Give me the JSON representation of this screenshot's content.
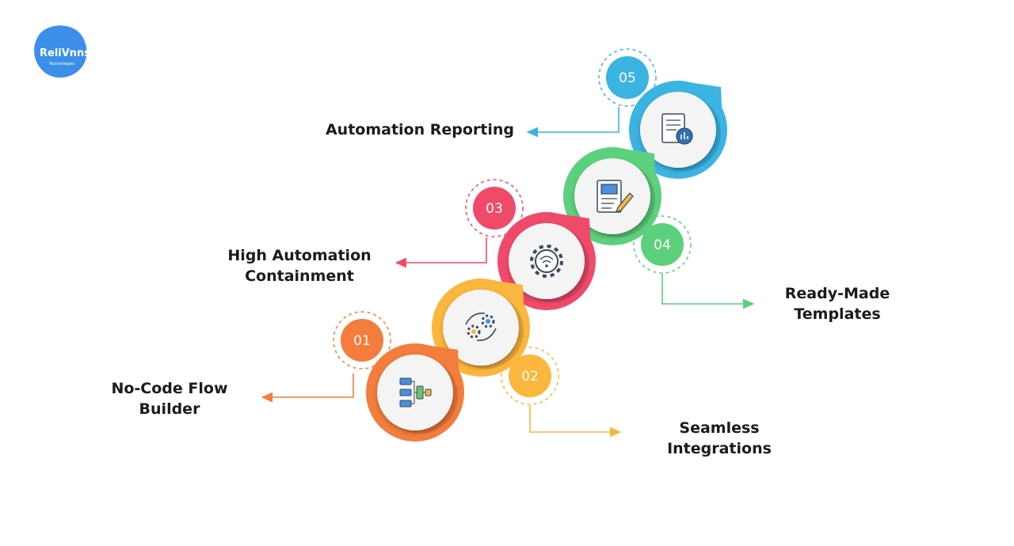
{
  "logo": {
    "text": "ReliVnns",
    "subtext": "Technologies",
    "color": "#3b8fe8"
  },
  "steps": [
    {
      "num": "01",
      "label_line1": "No-Code Flow",
      "label_line2": "Builder",
      "color": "#f47c3c",
      "icon": "flowchart-icon"
    },
    {
      "num": "02",
      "label_line1": "Seamless Integrations",
      "label_line2": "",
      "color": "#fbb63d",
      "icon": "integration-gears-icon"
    },
    {
      "num": "03",
      "label_line1": "High Automation",
      "label_line2": "Containment",
      "color": "#f04a6b",
      "icon": "wifi-gear-icon"
    },
    {
      "num": "04",
      "label_line1": "Ready-Made",
      "label_line2": "Templates",
      "color": "#5cd07c",
      "icon": "document-edit-icon"
    },
    {
      "num": "05",
      "label_line1": "Automation Reporting",
      "label_line2": "",
      "color": "#3bb3e3",
      "icon": "report-document-icon"
    }
  ]
}
